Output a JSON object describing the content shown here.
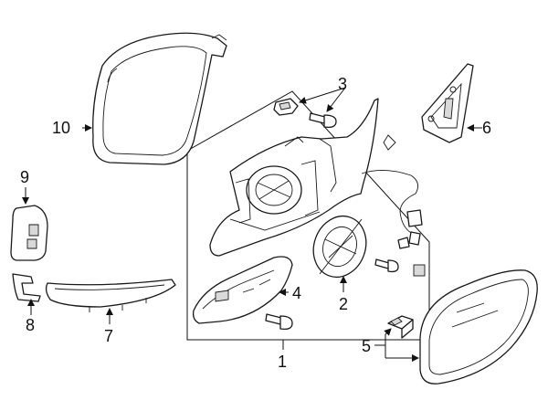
{
  "callouts": {
    "c1": "1",
    "c2": "2",
    "c3": "3",
    "c4": "4",
    "c5": "5",
    "c6": "6",
    "c7": "7",
    "c8": "8",
    "c9": "9",
    "c10": "10"
  },
  "colors": {
    "line": "#1a1a1a",
    "fill": "#ffffff",
    "shade": "#d9d9d9"
  }
}
